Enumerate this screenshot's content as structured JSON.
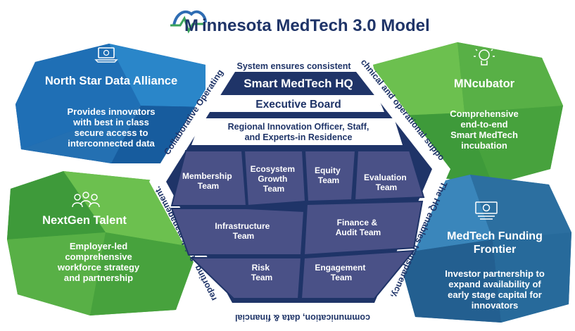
{
  "title": {
    "logo_letter": "M",
    "text": "innesota MedTech 3.0 Model"
  },
  "ring_text": {
    "top": "System ensures consistent",
    "top_right": "technical and operational support.",
    "right": "The HQ enables transparency,",
    "bottom": "communication, data & financial",
    "bottom_left": "reporting, & risk management.",
    "left": "Collaborative Operating"
  },
  "hq": {
    "title": "Smart MedTech HQ",
    "board": "Executive Board",
    "regional": [
      "Regional Innovation Officer, Staff,",
      "and Experts-in Residence"
    ]
  },
  "teams": [
    {
      "lines": [
        "Membership",
        "Team"
      ]
    },
    {
      "lines": [
        "Ecosystem",
        "Growth",
        "Team"
      ]
    },
    {
      "lines": [
        "Equity",
        "Team"
      ]
    },
    {
      "lines": [
        "Evaluation",
        "Team"
      ]
    },
    {
      "lines": [
        "Infrastructure",
        "Team"
      ]
    },
    {
      "lines": [
        "Finance &",
        "Audit Team"
      ]
    },
    {
      "lines": [
        "Risk",
        "Team"
      ]
    },
    {
      "lines": [
        "Engagement",
        "Team"
      ]
    }
  ],
  "boxes": {
    "north_star": {
      "title": "North Star Data Alliance",
      "lines": [
        "Provides innovators",
        "with best in class",
        "secure access to",
        "interconnected data"
      ],
      "icon": "laptop-icon"
    },
    "nextgen": {
      "title": "NextGen Talent",
      "lines": [
        "Employer-led",
        "comprehensive",
        "workforce strategy",
        "and partnership"
      ],
      "icon": "people-icon"
    },
    "mncubator": {
      "title": "MNcubator",
      "lines": [
        "Comprehensive",
        "end-to-end",
        "Smart MedTech",
        "incubation"
      ],
      "icon": "lightbulb-icon"
    },
    "funding": {
      "title": [
        "MedTech Funding",
        "Frontier"
      ],
      "lines": [
        "Investor partnership to",
        "expand availability of",
        "early stage capital for",
        "innovators"
      ],
      "icon": "money-icon"
    }
  },
  "colors": {
    "navy": "#1f3468",
    "team_fill": "#4a5187",
    "blue": "#1f6fb5",
    "green": "#5ab043",
    "teal_blue": "#2a73a6"
  }
}
